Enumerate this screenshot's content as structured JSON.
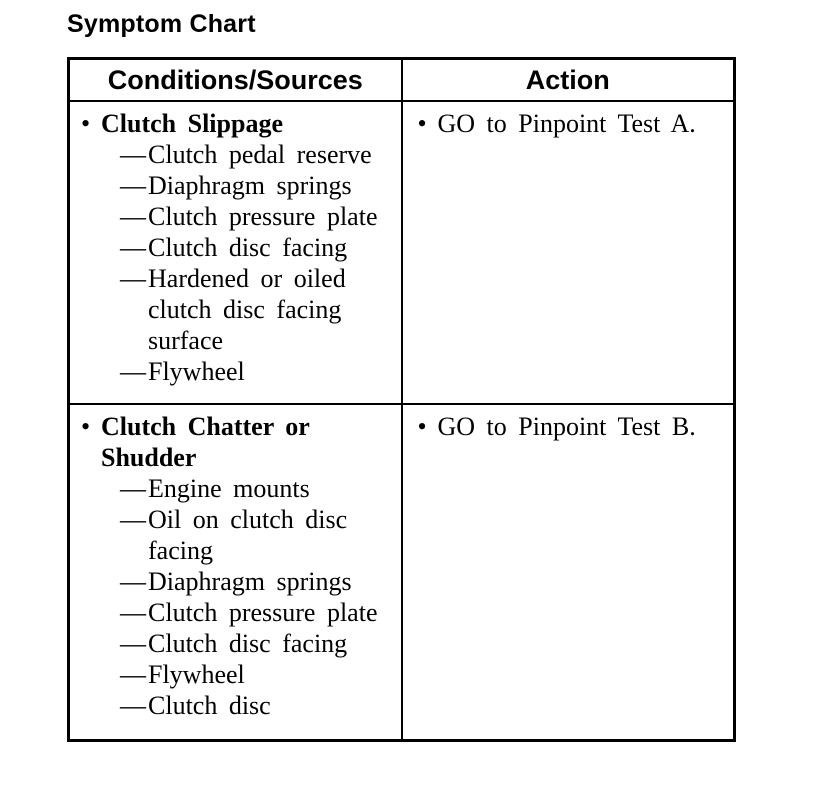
{
  "page_title": "Symptom Chart",
  "glyphs": {
    "bullet": "•",
    "dash": "—"
  },
  "colors": {
    "text": "#000000",
    "background": "#ffffff",
    "border": "#000000"
  },
  "table": {
    "headers": {
      "conditions": "Conditions/Sources",
      "action": "Action"
    },
    "rows": [
      {
        "condition": "Clutch Slippage",
        "sources": [
          "Clutch pedal reserve",
          "Diaphragm springs",
          "Clutch pressure plate",
          "Clutch disc facing",
          "Hardened or oiled clutch disc facing surface",
          "Flywheel"
        ],
        "action": "GO to Pinpoint Test A."
      },
      {
        "condition": "Clutch Chatter or Shudder",
        "sources": [
          "Engine mounts",
          "Oil on clutch disc facing",
          "Diaphragm springs",
          "Clutch pressure plate",
          "Clutch disc facing",
          "Flywheel",
          "Clutch disc"
        ],
        "action": "GO to Pinpoint Test B."
      }
    ]
  }
}
